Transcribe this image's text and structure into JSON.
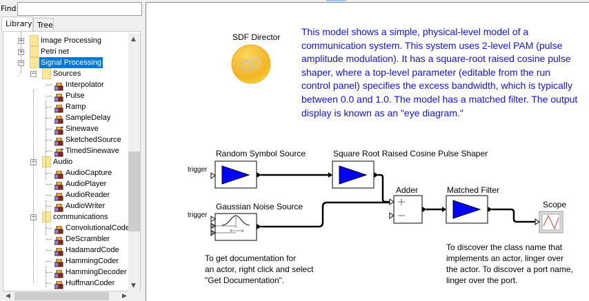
{
  "find": {
    "label": "Find:",
    "value": ""
  },
  "tabs": [
    {
      "label": "Library",
      "active": true
    },
    {
      "label": "Tree",
      "active": false
    }
  ],
  "tree": {
    "items": [
      {
        "label": "Image Processing",
        "type": "folder",
        "expanded": false
      },
      {
        "label": "Petri net",
        "type": "folder",
        "expanded": false
      },
      {
        "label": "Signal Processing",
        "type": "folder",
        "expanded": true,
        "selected": true
      },
      {
        "label": "Sources",
        "type": "folder",
        "expanded": true
      },
      {
        "label": "Interpolator",
        "type": "actor"
      },
      {
        "label": "Pulse",
        "type": "actor"
      },
      {
        "label": "Ramp",
        "type": "actor"
      },
      {
        "label": "SampleDelay",
        "type": "actor"
      },
      {
        "label": "Sinewave",
        "type": "composite"
      },
      {
        "label": "SketchedSource",
        "type": "actor"
      },
      {
        "label": "TimedSinewave",
        "type": "composite"
      },
      {
        "label": "Audio",
        "type": "folder",
        "expanded": true
      },
      {
        "label": "AudioCapture",
        "type": "actor"
      },
      {
        "label": "AudioPlayer",
        "type": "actor"
      },
      {
        "label": "AudioReader",
        "type": "actor"
      },
      {
        "label": "AudioWriter",
        "type": "actor"
      },
      {
        "label": "communications",
        "type": "folder",
        "expanded": true
      },
      {
        "label": "ConvolutionalCoder",
        "type": "actor"
      },
      {
        "label": "DeScrambler",
        "type": "actor"
      },
      {
        "label": "HadamardCode",
        "type": "actor"
      },
      {
        "label": "HammingCoder",
        "type": "actor"
      },
      {
        "label": "HammingDecoder",
        "type": "actor"
      },
      {
        "label": "HuffmanCoder",
        "type": "actor"
      }
    ]
  },
  "canvas": {
    "director": "SDF Director",
    "description": "This model shows a simple, physical-level model of a communication system. This system uses 2-level PAM (pulse amplitude modulation). It has a square-root raised cosine pulse shaper, where a top-level parameter (editable from the run control panel) specifies the excess bandwidth, which is typically between 0.0 and 1.0. The model has a matched filter. The output display is known as an \"eye diagram.\"",
    "actors": {
      "random": "Random Symbol Source",
      "pulse_shaper": "Square Root Raised Cosine Pulse Shaper",
      "noise": "Gaussian Noise Source",
      "adder": "Adder",
      "matched": "Matched Filter",
      "scope": "Scope"
    },
    "trigger_label": "trigger",
    "note_left": "To get documentation for\nan actor, right click and select\n\"Get Documentation\".",
    "note_right": "To discover the class name that\nimplements an actor, linger over\nthe actor. To discover a port name,\nlinger over the port."
  },
  "colors": {
    "description": "#1010ee",
    "selection": "#0078d7",
    "actor_triangle": "#0000ff"
  }
}
